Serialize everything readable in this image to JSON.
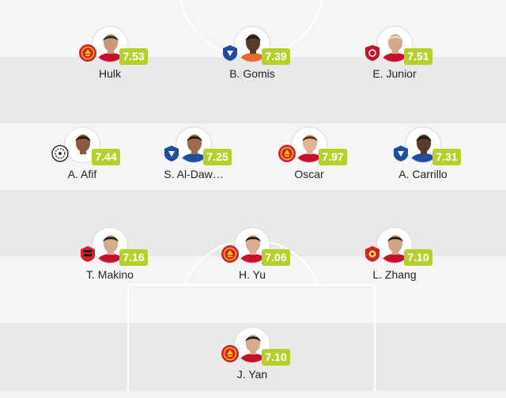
{
  "lineup": {
    "players": [
      {
        "name": "Hulk",
        "rating": "7.53",
        "club_icon": "shanghai-port-crest-icon",
        "skin": "#c99a79",
        "hair": "#2a2a2a",
        "shirt": "#c8102e"
      },
      {
        "name": "B. Gomis",
        "rating": "7.39",
        "club_icon": "al-hilal-crest-icon",
        "skin": "#5a3a28",
        "hair": "#1c1c1c",
        "shirt": "#e86a2a"
      },
      {
        "name": "E. Junior",
        "rating": "7.51",
        "club_icon": "al-duhail-crest-icon",
        "skin": "#d6a88a",
        "hair": "#e6d7b0",
        "shirt": "#c8102e"
      },
      {
        "name": "A. Afif",
        "rating": "7.44",
        "club_icon": "al-sadd-crest-icon",
        "skin": "#8a5a3a",
        "hair": "#1c1c1c",
        "shirt": "#ffffff"
      },
      {
        "name": "S. Al-Daw…",
        "rating": "7.25",
        "club_icon": "al-hilal-crest-icon",
        "skin": "#9a6a4a",
        "hair": "#1c1c1c",
        "shirt": "#1f4ea0"
      },
      {
        "name": "Oscar",
        "rating": "7.97",
        "club_icon": "shanghai-port-crest-icon",
        "skin": "#e0b395",
        "hair": "#4a3424",
        "shirt": "#c8102e"
      },
      {
        "name": "A. Carrillo",
        "rating": "7.31",
        "club_icon": "al-hilal-crest-icon",
        "skin": "#5a3a28",
        "hair": "#1c1c1c",
        "shirt": "#1f4ea0"
      },
      {
        "name": "T. Makino",
        "rating": "7.16",
        "club_icon": "urawa-reds-crest-icon",
        "skin": "#d6ab8c",
        "hair": "#1c1c1c",
        "shirt": "#c8102e"
      },
      {
        "name": "H. Yu",
        "rating": "7.06",
        "club_icon": "shanghai-port-crest-icon",
        "skin": "#d9ad8e",
        "hair": "#1c1c1c",
        "shirt": "#c8102e"
      },
      {
        "name": "L. Zhang",
        "rating": "7.10",
        "club_icon": "guangzhou-crest-icon",
        "skin": "#d2a384",
        "hair": "#1c1c1c",
        "shirt": "#c8102e"
      },
      {
        "name": "J. Yan",
        "rating": "7.10",
        "club_icon": "shanghai-port-crest-icon",
        "skin": "#d6ab8c",
        "hair": "#1c1c1c",
        "shirt": "#c8102e"
      }
    ]
  },
  "colors": {
    "rating_badge": "#b4d02a",
    "pitch_dark": "#e9e9e9",
    "pitch_light": "#f5f5f5",
    "pitch_line": "#ffffff",
    "al_hilal": "#1f4ea0",
    "shanghai_red": "#d3202b",
    "shanghai_yellow": "#f2c200",
    "al_duhail": "#c8102e",
    "urawa_red": "#d3202b",
    "guangzhou_red": "#d3202b"
  }
}
